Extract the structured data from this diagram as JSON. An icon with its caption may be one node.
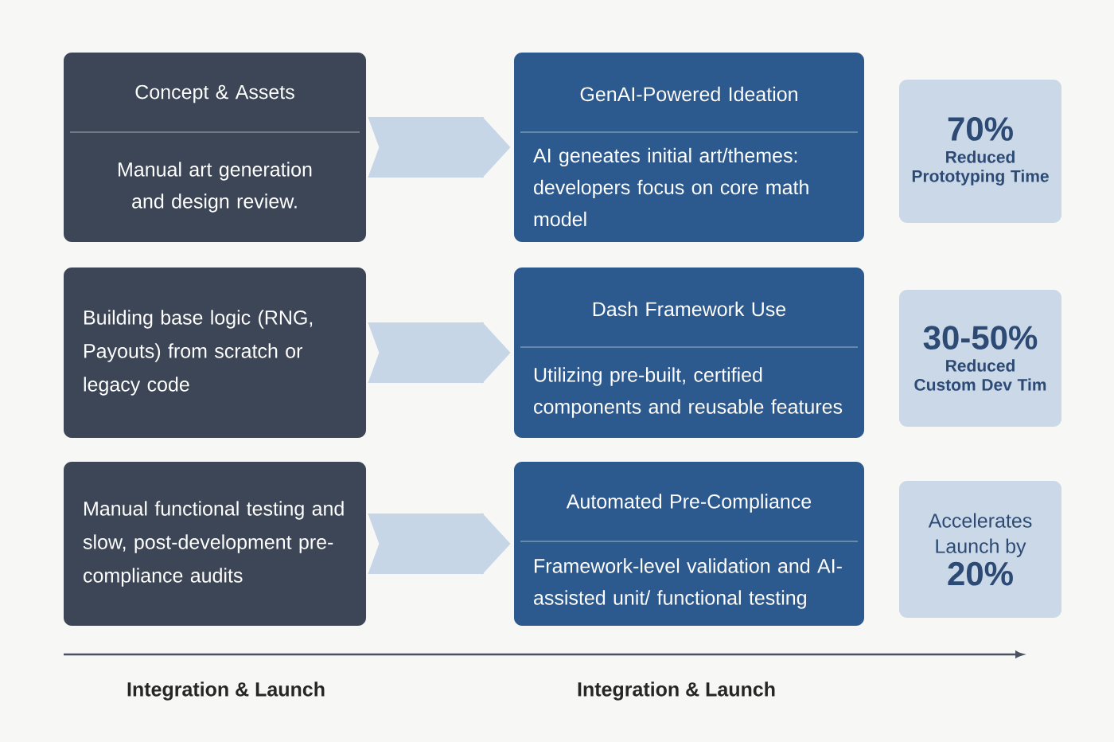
{
  "diagram": {
    "nodes": [
      {
        "text": [
          "Concept & Assets",
          "Manual art generation and design review."
        ]
      },
      {
        "text": [
          "Building base logic (RNG, Payouts) from scratch or legacy code"
        ]
      },
      {
        "text": [
          "Manual functional testing and slow, post-development pre-compliance audits"
        ]
      },
      {
        "text": [
          "GenAI-Powered Ideation",
          "AI geneates initial art/themes: developers focus on core math model"
        ]
      },
      {
        "text": [
          "Dash Framework Use",
          "Utilizing pre-built, certified components and reusable features"
        ]
      },
      {
        "text": [
          "Automated Pre-Compliance",
          "Framework-level validation and AI-assisted unit/ functional testing"
        ]
      },
      {
        "text": [
          "70%",
          "Reduced Prototyping Time"
        ]
      },
      {
        "text": [
          "30-50%",
          "Reduced Custom Dev Tim"
        ]
      },
      {
        "text": [
          "Accelerates Launch by",
          "20%"
        ]
      }
    ],
    "edges": [
      {
        "from": 0,
        "to": 3,
        "arrow": "to"
      },
      {
        "from": 1,
        "to": 4,
        "arrow": "to"
      },
      {
        "from": 2,
        "to": 5,
        "arrow": "to"
      }
    ],
    "labels": [
      "Integration & Launch",
      "Integration & Launch"
    ]
  }
}
